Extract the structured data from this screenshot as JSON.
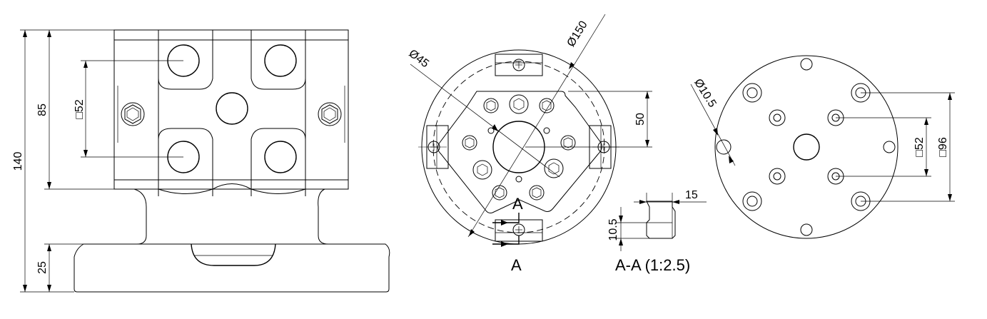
{
  "views": {
    "front": {
      "dims": {
        "overall_height": "140",
        "upper_height": "85",
        "square": "□52",
        "base_height": "25"
      }
    },
    "top": {
      "dims": {
        "inner_dia": "Ø45",
        "outer_dia": "Ø150",
        "offset": "50"
      },
      "section_marker": {
        "label_top": "A",
        "label_bottom": "A"
      }
    },
    "section": {
      "title": "A-A (1:2.5)",
      "dims": {
        "height": "10.5",
        "width": "15"
      }
    },
    "bottom": {
      "dims": {
        "hole_dia": "Ø10.5",
        "inner_square": "□52",
        "outer_square": "□96"
      }
    }
  }
}
